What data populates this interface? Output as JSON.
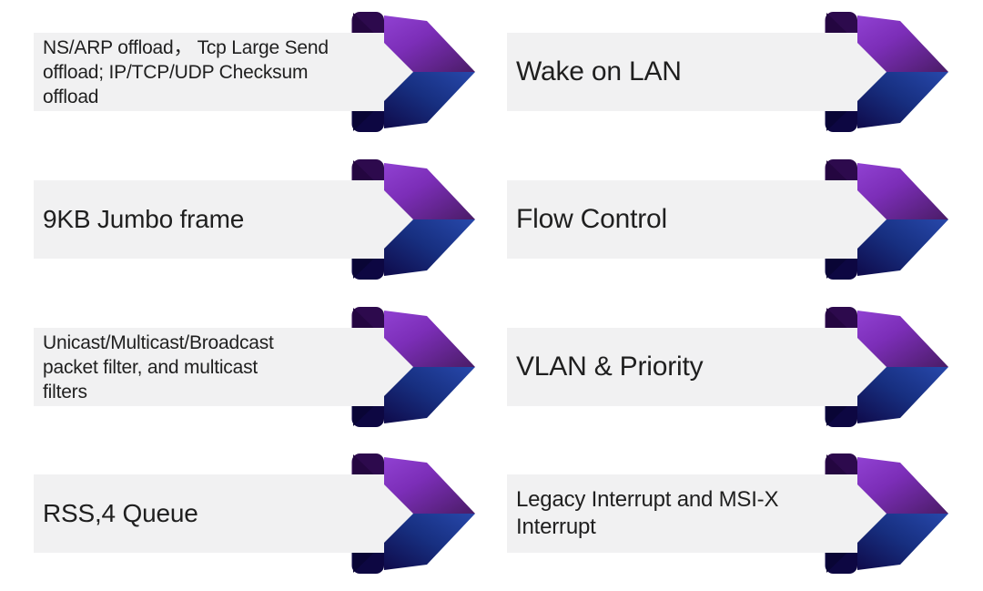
{
  "slide": {
    "background": "#ffffff",
    "bar_color": "#f1f1f2",
    "text_color": "#1f1f1f",
    "arrow_colors": {
      "purple_band_light": "#9041d2",
      "purple_band_mid": "#7c2eb8",
      "purple_band_dark": "#4a1c66",
      "spine_purple": "#2d0a4d",
      "fold_purple": "#240640",
      "blue_band_light": "#2748ab",
      "blue_band_mid": "#172f80",
      "blue_band_dark": "#0f0a4a",
      "spine_navy": "#0d0742",
      "fold_navy": "#090535"
    },
    "columns": [
      {
        "items": [
          {
            "text": "NS/ARP offload， Tcp Large Send\noffload; IP/TCP/UDP Checksum\noffload"
          },
          {
            "text": "9KB Jumbo frame"
          },
          {
            "text": "Unicast/Multicast/Broadcast\npacket filter, and multicast\nfilters"
          },
          {
            "text": "RSS,4 Queue"
          }
        ]
      },
      {
        "items": [
          {
            "text": "Wake on LAN"
          },
          {
            "text": "Flow Control"
          },
          {
            "text": "VLAN & Priority"
          },
          {
            "text": "Legacy Interrupt and MSI-X\nInterrupt"
          }
        ]
      }
    ]
  }
}
